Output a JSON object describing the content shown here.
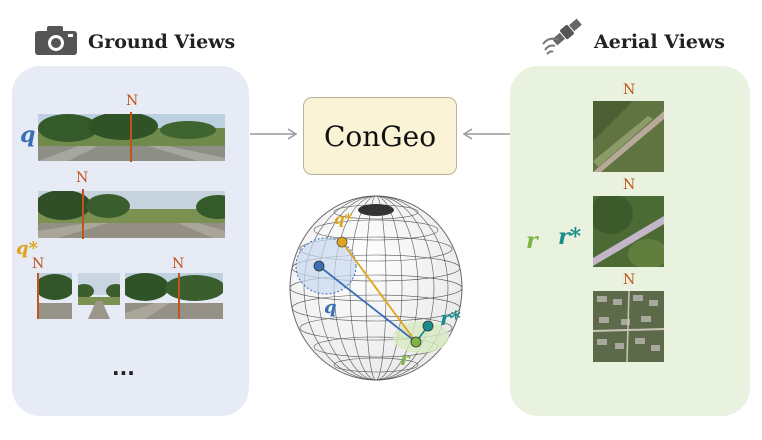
{
  "ground": {
    "title": "Ground Views",
    "query_label": "q",
    "positive_label": "q*",
    "ellipsis": "..."
  },
  "aerial": {
    "title": "Aerial Views",
    "label_r": "r",
    "label_r_star": "r*"
  },
  "model": {
    "name": "ConGeo"
  },
  "sphere": {
    "label_q_star": "q*",
    "label_q": "q",
    "label_r_star": "r*",
    "label_r": "r"
  },
  "north_label": "N",
  "colors": {
    "q": "#3a6fb5",
    "q_star": "#e0a31c",
    "r": "#7bb542",
    "r_star": "#1a8c8a",
    "north": "#c0541a"
  }
}
